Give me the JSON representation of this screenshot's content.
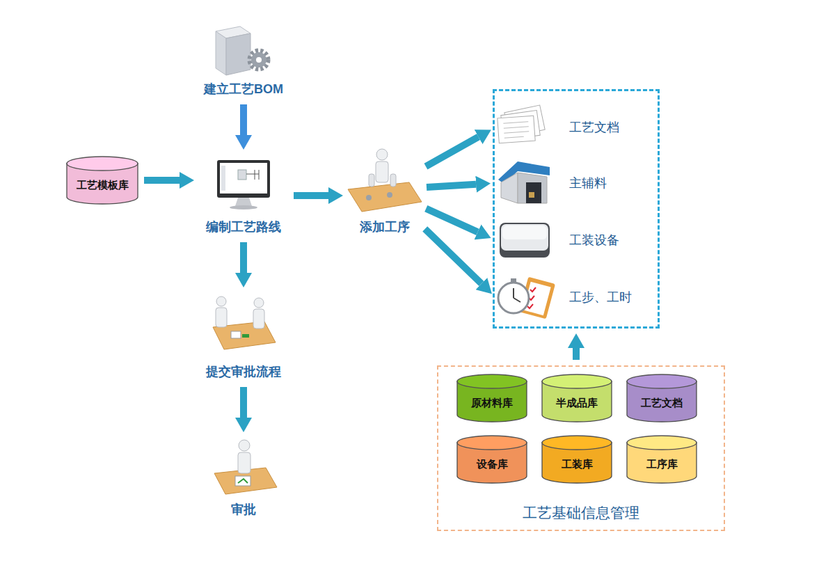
{
  "diagram": {
    "nodes": [
      {
        "text": [
          "建立工艺BOM"
        ]
      },
      {
        "text": [
          "工艺模板库"
        ]
      },
      {
        "text": [
          "编制工艺路线"
        ]
      },
      {
        "text": [
          "添加工序"
        ]
      },
      {
        "text": []
      },
      {
        "text": [
          "工艺文档"
        ],
        "in": 4
      },
      {
        "text": [
          "主辅料"
        ],
        "in": 4
      },
      {
        "text": [
          "工装设备"
        ],
        "in": 4
      },
      {
        "text": [
          "工步、工时"
        ],
        "in": 4
      },
      {
        "text": [
          "提交审批流程"
        ]
      },
      {
        "text": [
          "审批"
        ]
      },
      {
        "text": [
          "工艺基础信息管理"
        ]
      },
      {
        "text": [
          "原材料库"
        ],
        "in": 11
      },
      {
        "text": [
          "半成品库"
        ],
        "in": 11
      },
      {
        "text": [
          "工艺文档"
        ],
        "in": 11
      },
      {
        "text": [
          "设备库"
        ],
        "in": 11
      },
      {
        "text": [
          "工装库"
        ],
        "in": 11
      },
      {
        "text": [
          "工序库"
        ],
        "in": 11
      }
    ],
    "edges": [
      {
        "from": 0,
        "to": 2,
        "arrow": "to"
      },
      {
        "from": 1,
        "to": 2,
        "arrow": "to"
      },
      {
        "from": 2,
        "to": 3,
        "arrow": "to"
      },
      {
        "from": 3,
        "to": 5,
        "arrow": "to"
      },
      {
        "from": 3,
        "to": 6,
        "arrow": "to"
      },
      {
        "from": 3,
        "to": 7,
        "arrow": "to"
      },
      {
        "from": 3,
        "to": 8,
        "arrow": "to"
      },
      {
        "from": 2,
        "to": 9,
        "arrow": "to"
      },
      {
        "from": 9,
        "to": 10,
        "arrow": "to"
      },
      {
        "from": 11,
        "to": 4,
        "arrow": "to"
      }
    ]
  }
}
